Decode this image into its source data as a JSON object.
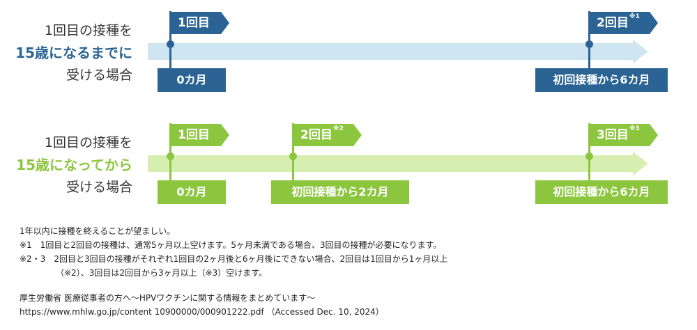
{
  "colors": {
    "blue": "#2b6494",
    "blue_light": "#cfe5f2",
    "green": "#8cc63f",
    "green_light": "#d6efb0"
  },
  "rows": [
    {
      "label_line1": "1回目の接種を",
      "label_line2": "15歳になるまでに",
      "label_line3": "受ける場合",
      "flags": [
        {
          "label": "1回目",
          "sup": ""
        },
        {
          "label": "2回目",
          "sup": "※1"
        }
      ],
      "timings": [
        "0カ月",
        "初回接種から6カ月"
      ]
    },
    {
      "label_line1": "1回目の接種を",
      "label_line2": "15歳になってから",
      "label_line3": "受ける場合",
      "flags": [
        {
          "label": "1回目",
          "sup": ""
        },
        {
          "label": "2回目",
          "sup": "※2"
        },
        {
          "label": "3回目",
          "sup": "※3"
        }
      ],
      "timings": [
        "0カ月",
        "初回接種から2カ月",
        "初回接種から6カ月"
      ]
    }
  ],
  "notes": {
    "line1": "1年以内に接種を終えることが望ましい。",
    "line2": "※1　1回目と2回目の接種は、通常5ヶ月以上空けます。5ヶ月未満である場合、3回目の接種が必要になります。",
    "line3": "※2・3　2回目と3回目の接種がそれぞれ1回目の2ヶ月後と6ヶ月後にできない場合、2回目は1回目から1ヶ月以上",
    "line4": "（※2）、3回目は2回目から3ヶ月以上（※3）空けます。"
  },
  "source": {
    "line1": "厚生労働省 医療従事者の方へ～HPVワクチンに関する情報をまとめています～",
    "line2": "https://www.mhlw.go.jp/content 10900000/000901222.pdf （Accessed Dec. 10, 2024）"
  }
}
